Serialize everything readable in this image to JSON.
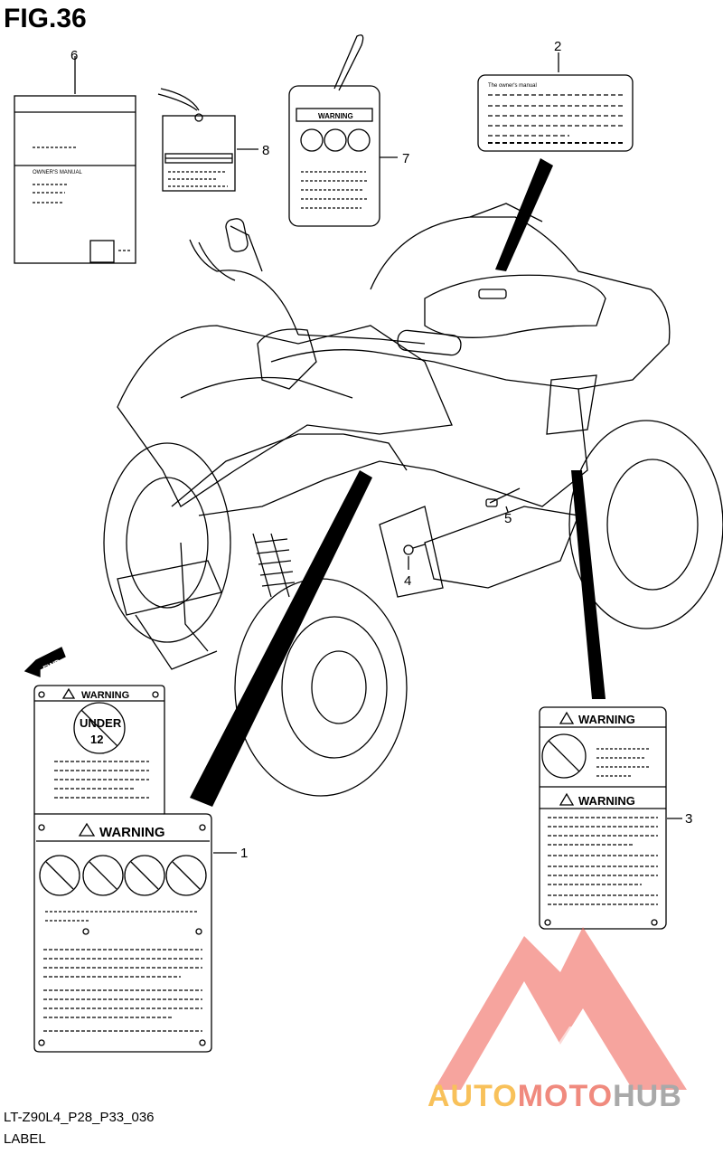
{
  "figure": {
    "title": "FIG.36"
  },
  "callouts": {
    "c1": "1",
    "c2": "2",
    "c3": "3",
    "c4": "4",
    "c5": "5",
    "c6": "6",
    "c7": "7",
    "c8": "8"
  },
  "fwd_label": "FWD",
  "label_1": {
    "top_warning": "WARNING",
    "under_text": "UNDER",
    "age": "12",
    "main_warning": "WARNING"
  },
  "label_2": {
    "heading": "The owner's manual"
  },
  "label_3": {
    "warning_a": "WARNING",
    "warning_b": "WARNING"
  },
  "label_6": {
    "manual_title": "OWNER'S MANUAL"
  },
  "label_7": {
    "warning": "WARNING"
  },
  "footer": {
    "code": "LT-Z90L4_P28_P33_036",
    "caption": "LABEL"
  },
  "watermark": {
    "part1": "AUTO",
    "part2": "MOTO",
    "part3": "HUB"
  },
  "colors": {
    "watermark_red": "#ee5a4f",
    "watermark_orange": "#f8c15a",
    "watermark_grey": "#a9a9a9"
  }
}
